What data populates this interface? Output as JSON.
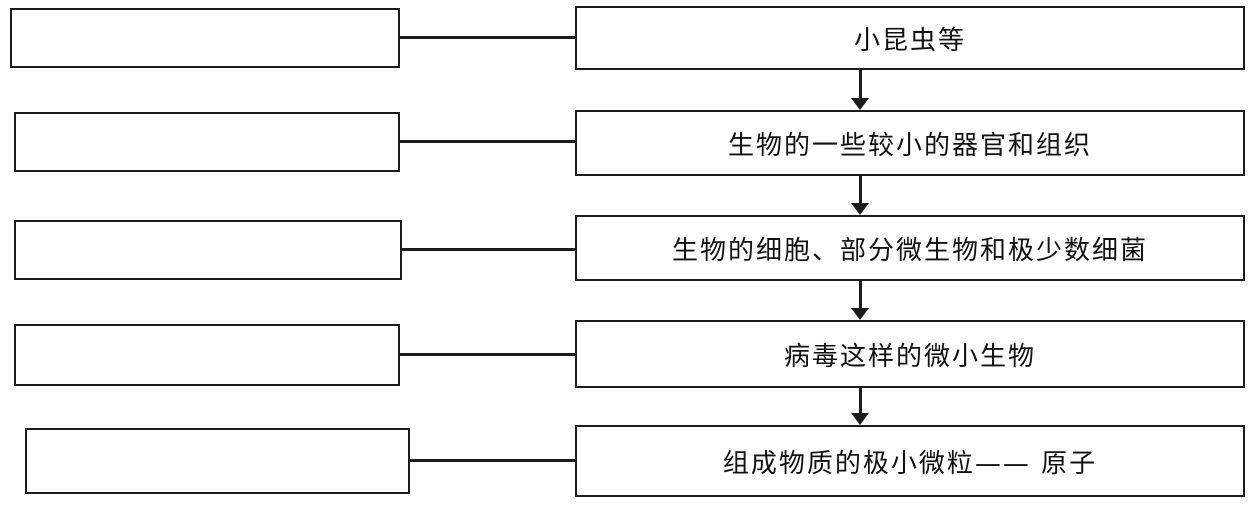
{
  "diagram": {
    "blank_boxes_count": 5,
    "description_rows": [
      {
        "label": "小昆虫等"
      },
      {
        "label": "生物的一些较小的器官和组织"
      },
      {
        "label": "生物的细胞、部分微生物和极少数细菌"
      },
      {
        "label": "病毒这样的微小生物"
      },
      {
        "label": "组成物质的极小微粒—— 原子"
      }
    ],
    "colors": {
      "line": "#1b1b1b",
      "background": "#ffffff"
    }
  }
}
